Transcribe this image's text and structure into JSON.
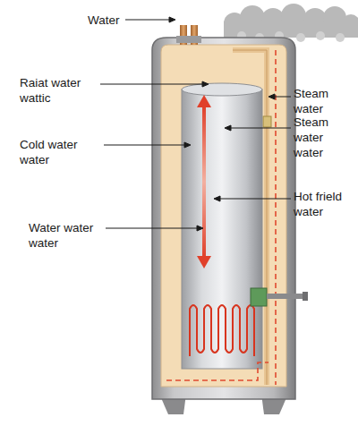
{
  "diagram": {
    "labels": [
      "Water",
      "Raiat water wattic",
      "Steam water",
      "Steam water water",
      "Cold water water",
      "Hot frield water",
      "Water water water"
    ]
  }
}
